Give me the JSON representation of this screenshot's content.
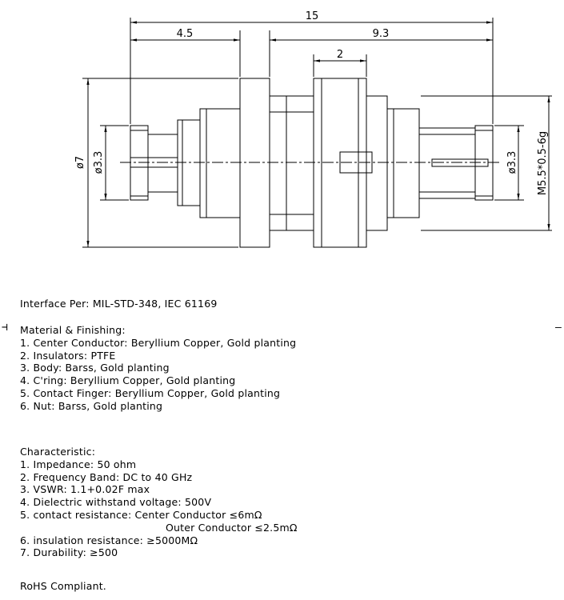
{
  "dimensions": {
    "overall": "15",
    "left": "4.5",
    "right": "9.3",
    "center": "2",
    "diameter_outer": "ø7",
    "diameter_left": "ø3.3",
    "diameter_right": "ø3.3",
    "thread": "M5.5*0.5-6g"
  },
  "interface": "Interface Per: MIL-STD-348, IEC 61169",
  "material": {
    "title": "Material & Finishing:",
    "items": [
      "1. Center Conductor: Beryllium Copper, Gold planting",
      "2. Insulators: PTFE",
      "3. Body: Barss, Gold planting",
      "4. C'ring: Beryllium Copper, Gold planting",
      "5. Contact Finger: Beryllium Copper, Gold planting",
      "6. Nut: Barss, Gold planting"
    ]
  },
  "characteristic": {
    "title": "Characteristic:",
    "items": [
      "1. Impedance: 50 ohm",
      "2. Frequency Band: DC to 40 GHz",
      "3. VSWR: 1.1+0.02F max",
      "4. Dielectric withstand voltage: 500V",
      "5. contact resistance: Center Conductor ≤6mΩ",
      "Outer Conductor ≤2.5mΩ",
      "6. insulation resistance: ≥5000MΩ",
      "7. Durability: ≥500"
    ]
  },
  "rohs": "RoHS Compliant."
}
